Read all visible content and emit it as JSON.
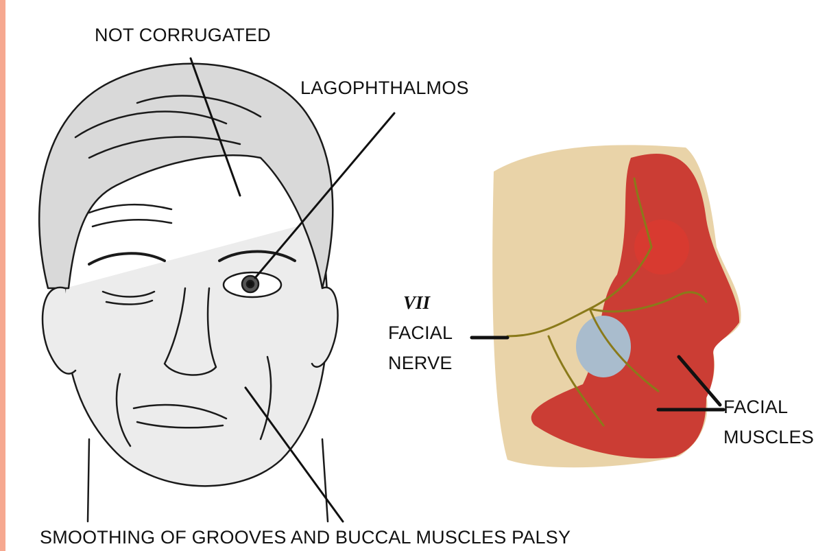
{
  "labels": {
    "not_corrugated": "NOT CORRUGATED",
    "lagophthalmos": "LAGOPHTHALMOS",
    "nerve_number": "VII",
    "facial": "FACIAL",
    "nerve": "NERVE",
    "facial_muscles_1": "FACIAL",
    "facial_muscles_2": "MUSCLES",
    "bottom_caption": "SMOOTHING OF GROOVES AND BUCCAL MUSCLES PALSY"
  },
  "colors": {
    "left_border": "#f6a890",
    "line_art": "#1a1a1a",
    "skin_fill": "#ececec",
    "hair_fill": "#d9d9d9",
    "muscle": "#c8302a",
    "nerve": "#8a7a1a",
    "bone": "#e9d3a8"
  }
}
